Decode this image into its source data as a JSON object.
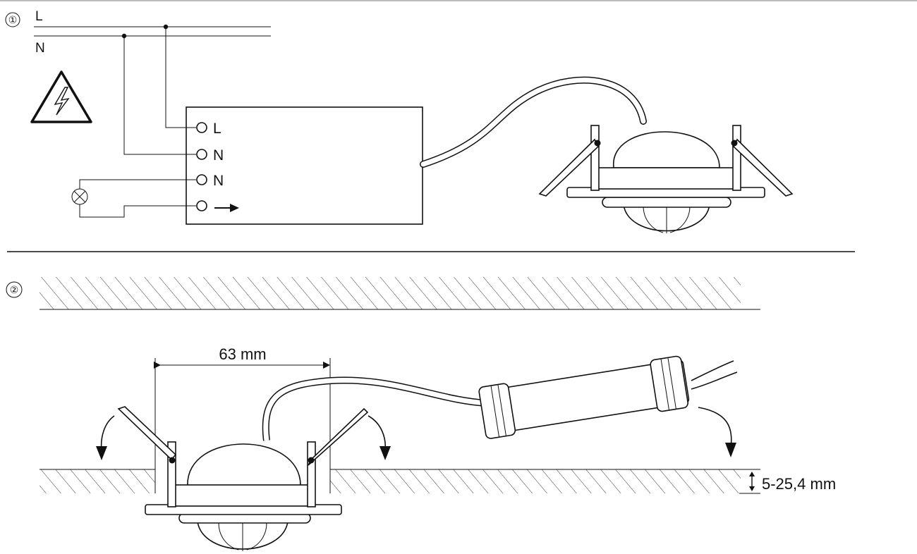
{
  "step1": {
    "number": "①",
    "line_labels": {
      "live": "L",
      "neutral": "N"
    },
    "terminals": [
      "L",
      "N",
      "N",
      "→"
    ],
    "icons": [
      "warning-high-voltage-icon",
      "lamp-icon"
    ]
  },
  "step2": {
    "number": "②",
    "dimension_width": "63 mm",
    "dimension_thickness": "5-25,4 mm",
    "icons": [
      "rotate-arrow-icon",
      "drop-arrow-icon"
    ]
  },
  "colors": {
    "ink": "#111111",
    "background": "#ffffff"
  }
}
